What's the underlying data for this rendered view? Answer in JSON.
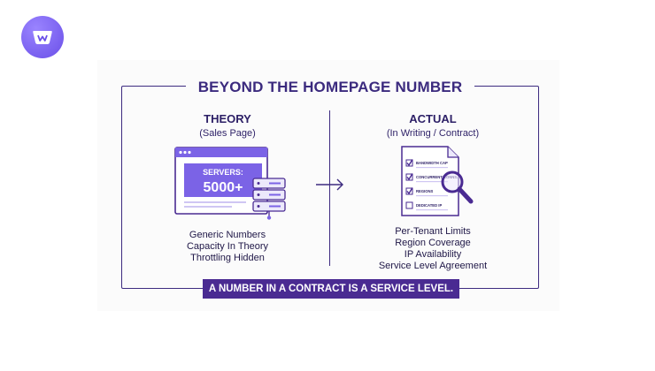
{
  "heading": "BEYOND THE HOMEPAGE NUMBER",
  "theory": {
    "title": "THEORY",
    "subtitle": "(Sales Page)",
    "screen_label": "SERVERS:",
    "screen_value": "5000+",
    "items": [
      "Generic Numbers",
      "Capacity In Theory",
      "Throttling Hidden"
    ]
  },
  "actual": {
    "title": "ACTUAL",
    "subtitle": "(In Writing / Contract)",
    "doc_items": [
      "BANDWIDTH CAP",
      "CONCURRENT CONNS.",
      "REGIONS",
      "DEDICATED IP"
    ],
    "items": [
      "Per-Tenant Limits",
      "Region Coverage",
      "IP Availability",
      "Service Level Agreement"
    ]
  },
  "footer": "A NUMBER IN A CONTRACT IS A SERVICE LEVEL.",
  "colors": {
    "primary": "#4a2b92",
    "accent": "#7b63e6",
    "light": "#ece9fb",
    "text": "#2c1f66"
  }
}
